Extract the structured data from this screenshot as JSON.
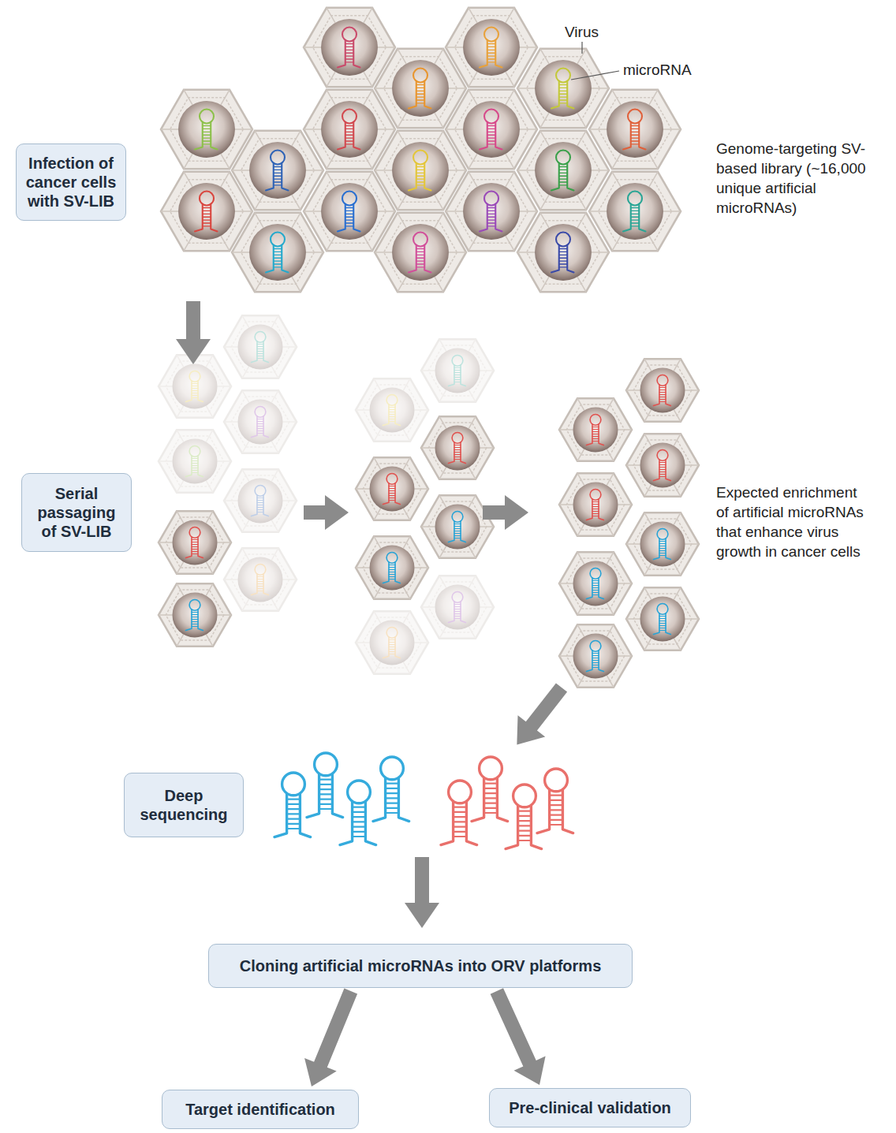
{
  "diagram": {
    "nodes": [
      {
        "text": [
          "Infection of cancer cells with SV-LIB"
        ]
      },
      {
        "text": [
          "Serial passaging of SV-LIB"
        ]
      },
      {
        "text": [
          "Deep sequencing"
        ]
      },
      {
        "text": [
          "Cloning artificial microRNAs into ORV platforms"
        ]
      },
      {
        "text": [
          "Target identification"
        ]
      },
      {
        "text": [
          "Pre-clinical validation"
        ]
      }
    ],
    "edges": [
      {
        "from": 3,
        "to": 4,
        "arrow": "to"
      },
      {
        "from": 3,
        "to": 5,
        "arrow": "to"
      }
    ],
    "labels": [
      "Virus",
      "microRNA",
      "Genome-targeting SV-based library (~16,000 unique artificial microRNAs)",
      "Expected enrichment of artificial microRNAs that enhance virus growth in cancer cells"
    ]
  }
}
